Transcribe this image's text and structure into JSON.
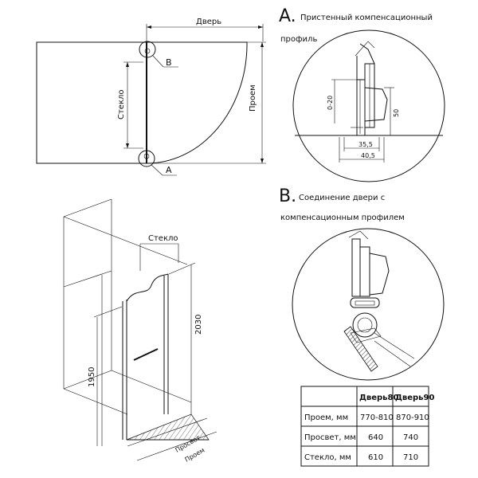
{
  "top_plan": {
    "door_label": "Дверь",
    "glass_label": "Стекло",
    "opening_label": "Проем",
    "marker_a": "A",
    "marker_b": "B"
  },
  "detail_a": {
    "letter": "A.",
    "title_line1": "Пристенный компенсационный",
    "title_line2": "профиль",
    "dim_0_20": "0-20",
    "dim_50": "50",
    "dim_35_5": "35,5",
    "dim_40_5": "40,5"
  },
  "detail_b": {
    "letter": "B.",
    "title_line1": "Соединение двери с",
    "title_line2": "компенсационным профилем"
  },
  "iso_view": {
    "glass_label": "Стекло",
    "height_2030": "2030",
    "height_1950": "1950",
    "clearance_label": "Просвет",
    "opening_label": "Проем"
  },
  "spec_table": {
    "columns": [
      "",
      "Дверь80",
      "Дверь90"
    ],
    "rows": [
      {
        "label": "Проем, мм",
        "v80": "770-810",
        "v90": "870-910"
      },
      {
        "label": "Просвет, мм",
        "v80": "640",
        "v90": "740"
      },
      {
        "label": "Стекло, мм",
        "v80": "610",
        "v90": "710"
      }
    ]
  }
}
